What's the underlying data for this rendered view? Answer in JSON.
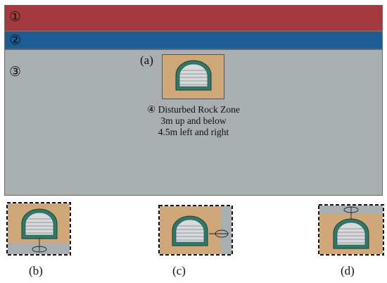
{
  "colors": {
    "layer1": "#a33a3f",
    "layer2": "#1f5b94",
    "layer3": "#a9aeb1",
    "rock_zone": "#cfa778",
    "lining": "#2d7a6a",
    "opening": "#d7d9dc"
  },
  "layers": [
    {
      "id": "layer-1",
      "label": "①"
    },
    {
      "id": "layer-2",
      "label": "②"
    },
    {
      "id": "layer-3",
      "label": "③"
    }
  ],
  "panels": {
    "a": {
      "label": "(a)"
    },
    "b": {
      "label": "(b)"
    },
    "c": {
      "label": "(c)"
    },
    "d": {
      "label": "(d)"
    }
  },
  "zone": {
    "title": "④ Disturbed Rock Zone",
    "line1": "3m up and below",
    "line2": "4.5m left and right"
  }
}
